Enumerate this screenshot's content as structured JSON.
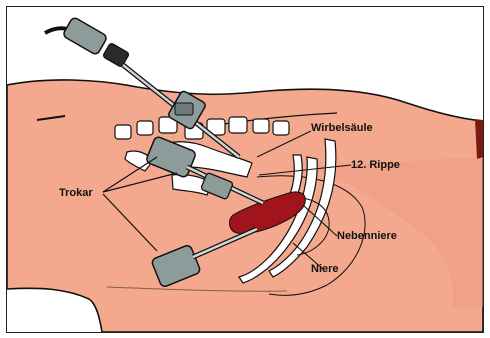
{
  "labels": {
    "spine": "Wirbelsäule",
    "rib": "12. Rippe",
    "trocar": "Trokar",
    "adrenal": "Nebenniere",
    "kidney": "Niere"
  },
  "colors": {
    "skin": "#f4a98e",
    "skin_shadow": "#e58d74",
    "adrenal": "#a2141c",
    "instrument": "#8e9b9b",
    "outline": "#111111"
  }
}
